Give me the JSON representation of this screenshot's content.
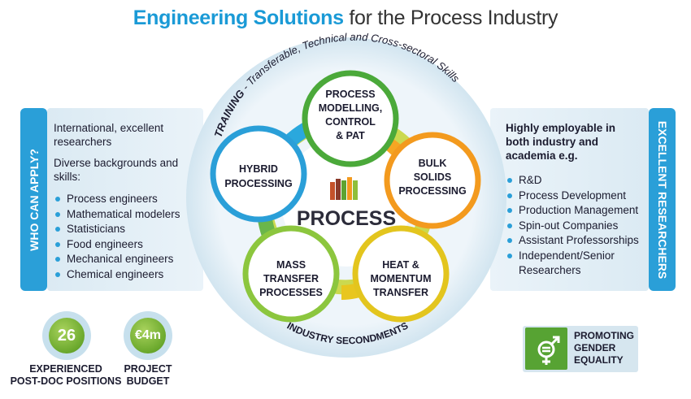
{
  "title": {
    "highlight": "Engineering Solutions",
    "rest": "for the Process Industry"
  },
  "left_tab": "WHO CAN APPLY?",
  "right_tab": "EXCELLENT RESEARCHERS",
  "left_panel": {
    "heading1": "International, excellent researchers",
    "heading2": "Diverse backgrounds and skills:",
    "items": [
      "Process engineers",
      "Mathematical modelers",
      "Statisticians",
      "Food engineers",
      "Mechanical engineers",
      "Chemical engineers"
    ]
  },
  "right_panel": {
    "heading": "Highly employable in both industry and academia e.g.",
    "items": [
      "R&D",
      "Process Development",
      "Production Management",
      "Spin-out Companies",
      "Assistant Professorships",
      "Independent/Senior Researchers"
    ]
  },
  "ring": {
    "top_bold": "TRAINING",
    "top_rest": " - Transferable, Technical and Cross-sectoral Skills",
    "bottom": "INDUSTRY SECONDMENTS"
  },
  "center_logo": "PROCESS",
  "petals": {
    "top": [
      "PROCESS",
      "MODELLING,",
      "CONTROL",
      "& PAT"
    ],
    "right": [
      "BULK",
      "SOLIDS",
      "PROCESSING"
    ],
    "bottom_right": [
      "HEAT &",
      "MOMENTUM",
      "TRANSFER"
    ],
    "bottom_left": [
      "MASS",
      "TRANSFER",
      "PROCESSES"
    ],
    "left": [
      "HYBRID",
      "PROCESSING"
    ]
  },
  "badges": [
    {
      "value": "26",
      "label": [
        "EXPERIENCED",
        "POST-DOC POSITIONS"
      ]
    },
    {
      "value": "€4m",
      "label": [
        "PROJECT",
        "BUDGET"
      ]
    }
  ],
  "gender": {
    "label": [
      "PROMOTING",
      "GENDER",
      "EQUALITY"
    ]
  },
  "colors": {
    "accent_blue": "#2a9fd8",
    "green": "#6aa82c",
    "orange": "#f39a1e",
    "yellow": "#d8cf1e",
    "logo_bars": [
      "#c4522a",
      "#8a3a2a",
      "#5ea331",
      "#f39a1e",
      "#8fbf3a"
    ]
  }
}
